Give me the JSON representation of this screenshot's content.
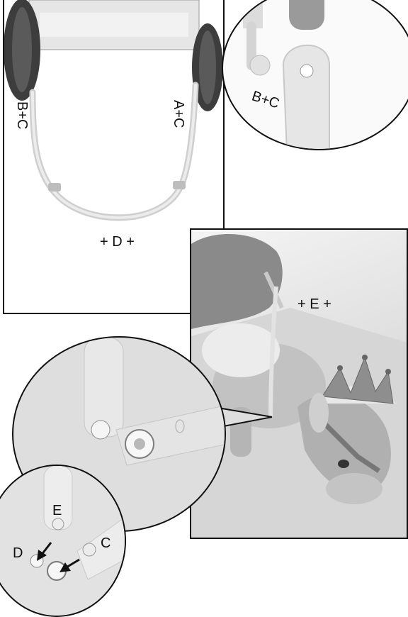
{
  "labels": {
    "left_strap": "B+C",
    "right_strap": "A+C",
    "bottom_strap": "+ D +",
    "zoom_top": "B+C",
    "photo": "+ E +",
    "hole_e": "E",
    "hole_d": "D",
    "hole_c": "C"
  }
}
